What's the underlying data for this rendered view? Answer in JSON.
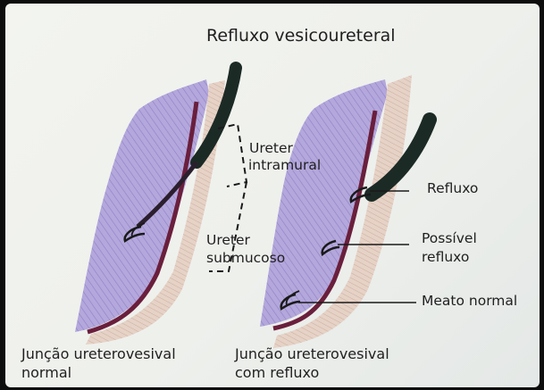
{
  "title": "Refluxo vesicoureteral",
  "labels": {
    "ureter_intramural": [
      "Ureter",
      "intramural"
    ],
    "ureter_submucoso": [
      "Ureter",
      "submucoso"
    ],
    "refluxo": "Refluxo",
    "possivel_refluxo": [
      "Possível",
      "refluxo"
    ],
    "meato_normal": "Meato normal"
  },
  "captions": {
    "left": [
      "Junção ureterovesival",
      "normal"
    ],
    "right": [
      "Junção ureterovesival",
      "com refluxo"
    ]
  },
  "colors": {
    "bladder_wall": "#a89cd6",
    "ureter": "#1c2a26",
    "submucosa": "#6a1f3c",
    "muscle": "#e3ccc0"
  }
}
